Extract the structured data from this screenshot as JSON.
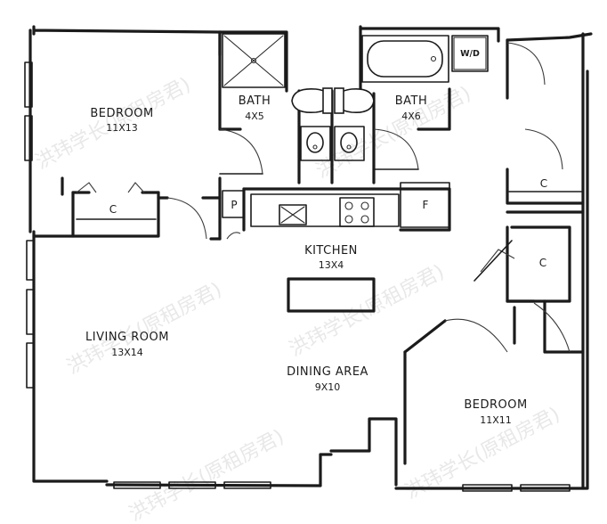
{
  "rooms": {
    "bedroom_left": {
      "name": "BEDROOM",
      "size": "11X13"
    },
    "bath_left": {
      "name": "BATH",
      "size": "4X5"
    },
    "bath_right": {
      "name": "BATH",
      "size": "4X6"
    },
    "kitchen": {
      "name": "KITCHEN",
      "size": "13X4"
    },
    "living_room": {
      "name": "LIVING ROOM",
      "size": "13X14"
    },
    "dining_area": {
      "name": "DINING AREA",
      "size": "9X10"
    },
    "bedroom_right": {
      "name": "BEDROOM",
      "size": "11X11"
    }
  },
  "marks": {
    "washer_dryer": "W/D",
    "pantry": "P",
    "fridge": "F",
    "closet_bedroom_left": "C",
    "closet_hall_top": "C",
    "closet_hall_mid": "C"
  },
  "watermark": "洪玮学长(原租房君)"
}
